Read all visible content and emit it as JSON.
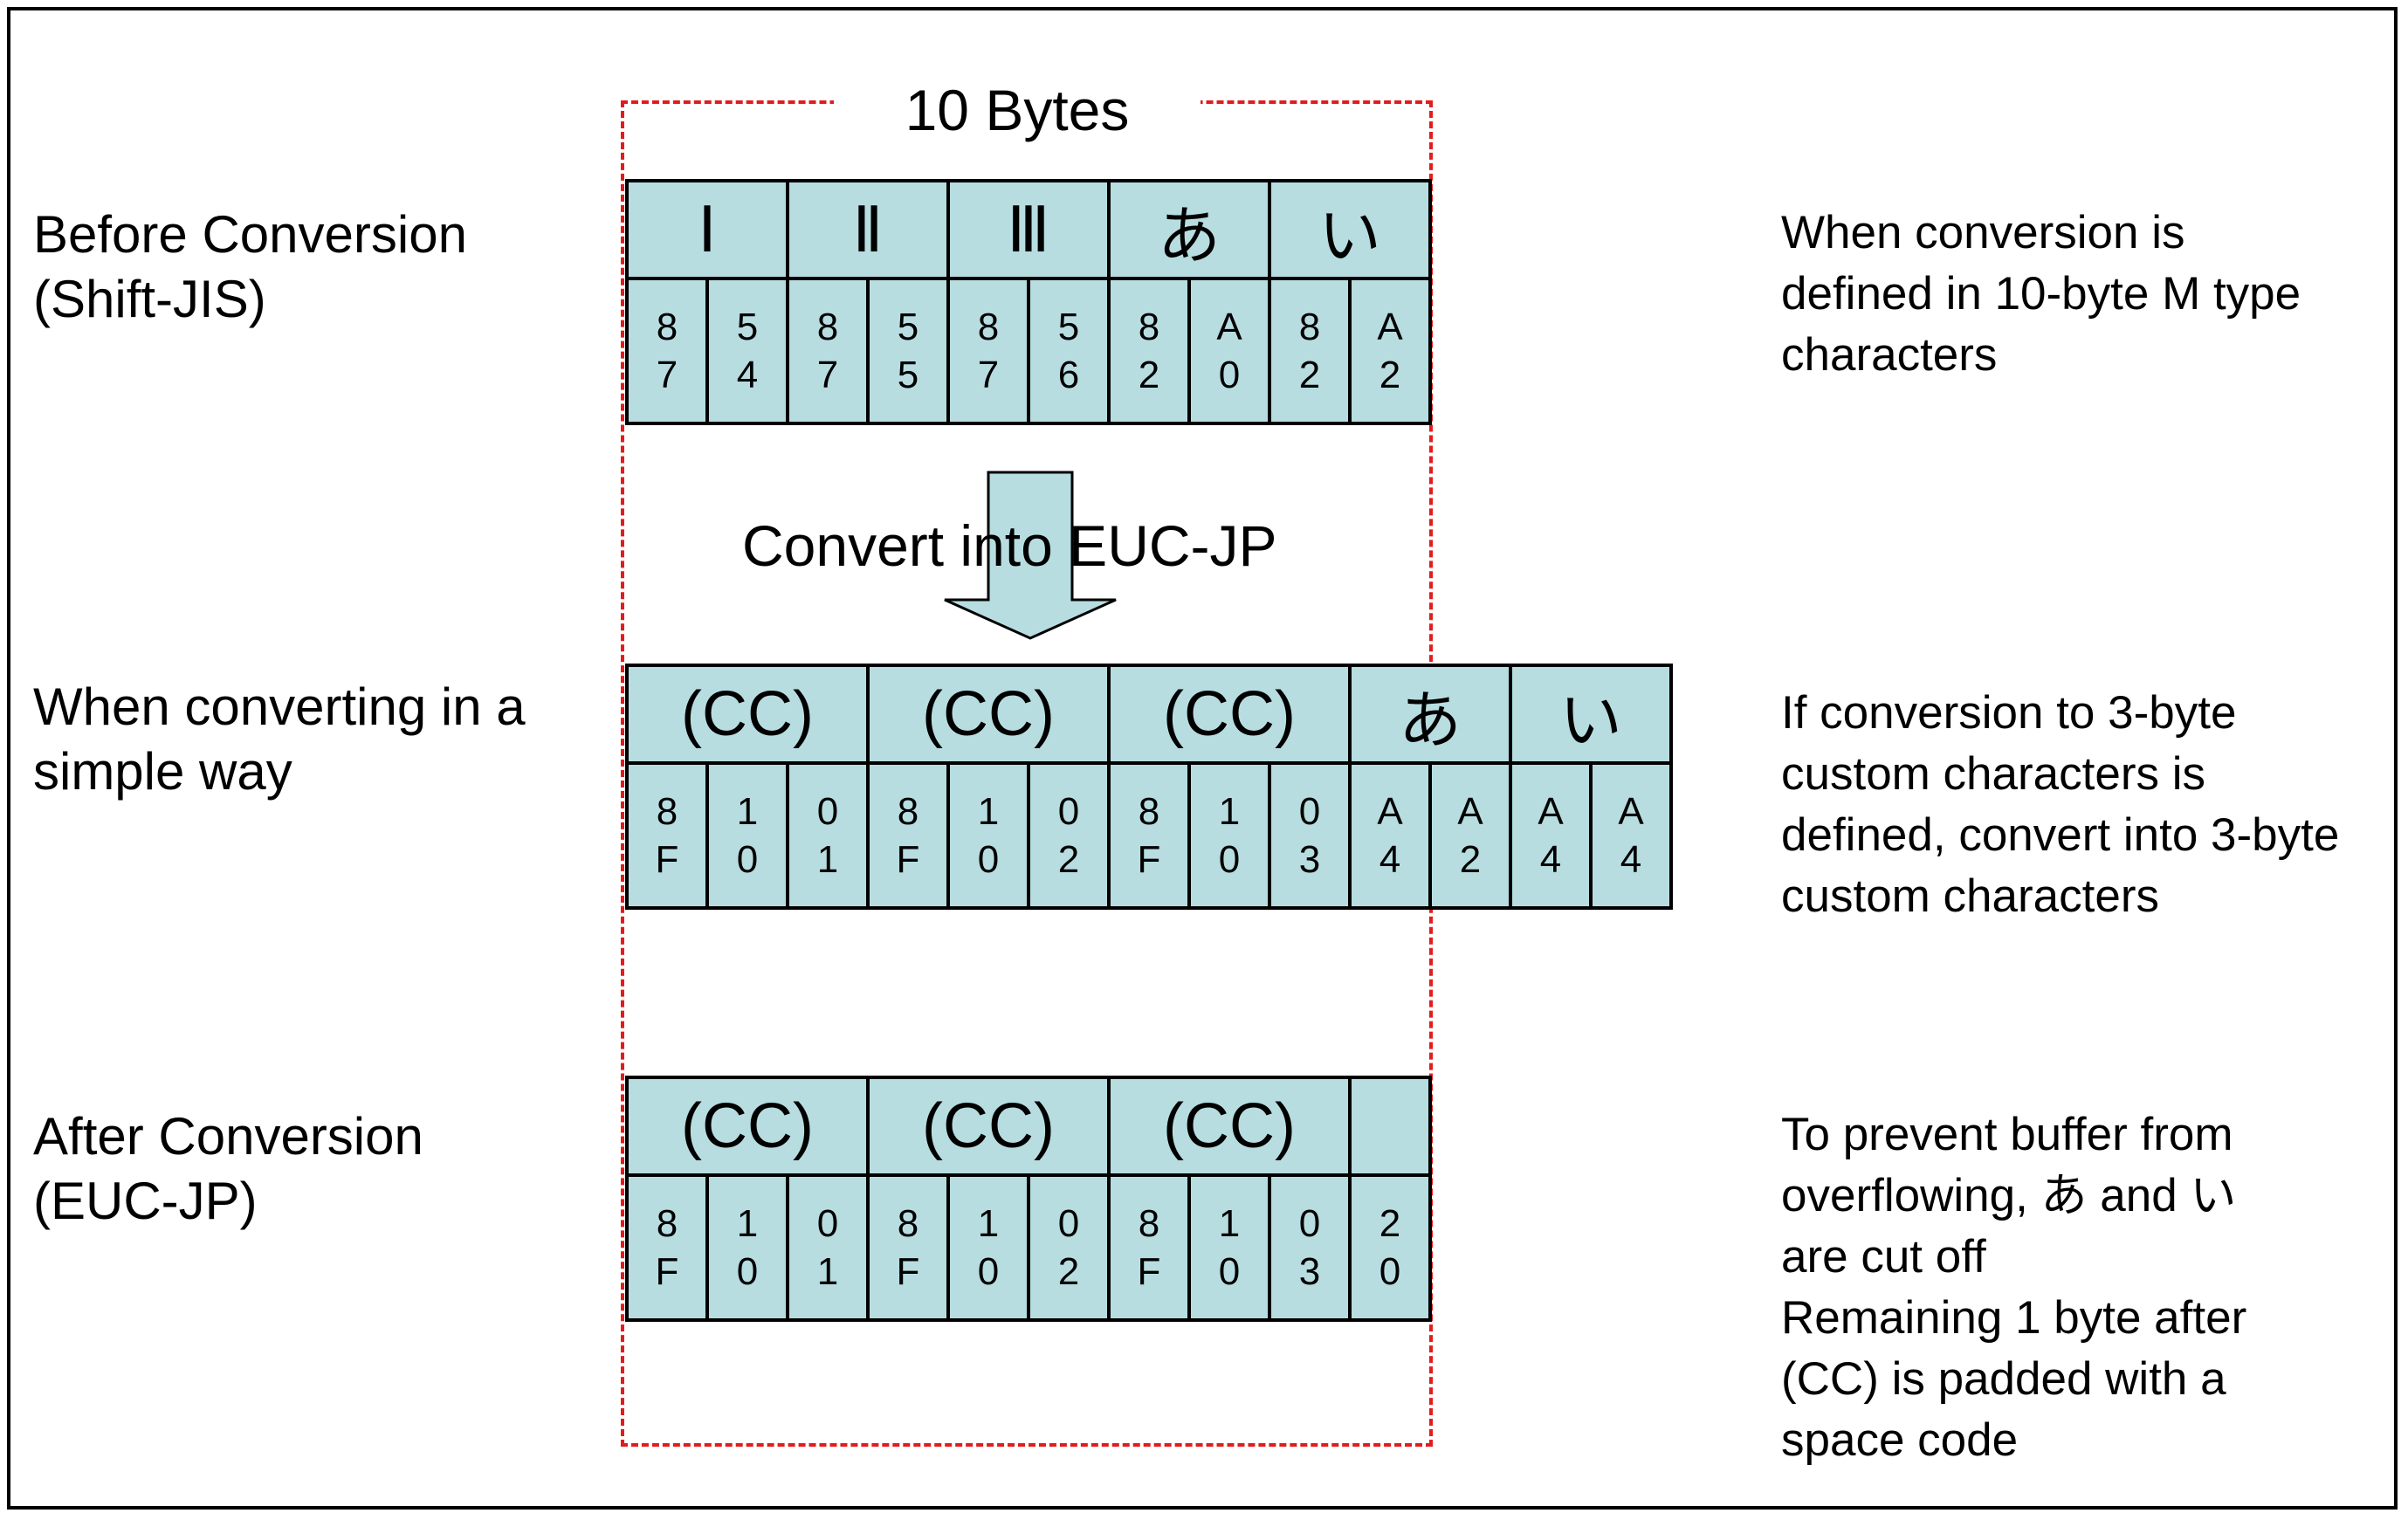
{
  "title": "10 Bytes",
  "rows": [
    {
      "label": "Before Conversion\n(Shift-JIS)",
      "chars": [
        {
          "text": "Ⅰ",
          "bytes": 2
        },
        {
          "text": "Ⅱ",
          "bytes": 2
        },
        {
          "text": "Ⅲ",
          "bytes": 2
        },
        {
          "text": "あ",
          "bytes": 2
        },
        {
          "text": "い",
          "bytes": 2
        }
      ],
      "bytes": [
        [
          "8",
          "7"
        ],
        [
          "5",
          "4"
        ],
        [
          "8",
          "7"
        ],
        [
          "5",
          "5"
        ],
        [
          "8",
          "7"
        ],
        [
          "5",
          "6"
        ],
        [
          "8",
          "2"
        ],
        [
          "A",
          "0"
        ],
        [
          "8",
          "2"
        ],
        [
          "A",
          "2"
        ]
      ],
      "note": "When conversion is\ndefined in 10-byte M type\ncharacters"
    },
    {
      "label": "When converting in a\nsimple way",
      "chars": [
        {
          "text": "(CC)",
          "bytes": 3
        },
        {
          "text": "(CC)",
          "bytes": 3
        },
        {
          "text": "(CC)",
          "bytes": 3
        },
        {
          "text": "あ",
          "bytes": 2
        },
        {
          "text": "い",
          "bytes": 2
        }
      ],
      "bytes": [
        [
          "8",
          "F"
        ],
        [
          "1",
          "0"
        ],
        [
          "0",
          "1"
        ],
        [
          "8",
          "F"
        ],
        [
          "1",
          "0"
        ],
        [
          "0",
          "2"
        ],
        [
          "8",
          "F"
        ],
        [
          "1",
          "0"
        ],
        [
          "0",
          "3"
        ],
        [
          "A",
          "4"
        ],
        [
          "A",
          "2"
        ],
        [
          "A",
          "4"
        ],
        [
          "A",
          "4"
        ]
      ],
      "note": "If conversion to 3-byte\ncustom characters is\ndefined, convert into 3-byte\ncustom characters"
    },
    {
      "label": "After Conversion\n(EUC-JP)",
      "chars": [
        {
          "text": "(CC)",
          "bytes": 3
        },
        {
          "text": "(CC)",
          "bytes": 3
        },
        {
          "text": "(CC)",
          "bytes": 3
        },
        {
          "text": "",
          "bytes": 1
        }
      ],
      "bytes": [
        [
          "8",
          "F"
        ],
        [
          "1",
          "0"
        ],
        [
          "0",
          "1"
        ],
        [
          "8",
          "F"
        ],
        [
          "1",
          "0"
        ],
        [
          "0",
          "2"
        ],
        [
          "8",
          "F"
        ],
        [
          "1",
          "0"
        ],
        [
          "0",
          "3"
        ],
        [
          "2",
          "0"
        ]
      ],
      "note": "To prevent buffer from\noverflowing, あ and い\nare cut off\nRemaining 1 byte after\n(CC) is padded with a\nspace code"
    }
  ],
  "arrow_label": "Convert into EUC-JP",
  "colors": {
    "cell_fill": "#b7dde1",
    "dash": "#e21c1c"
  }
}
